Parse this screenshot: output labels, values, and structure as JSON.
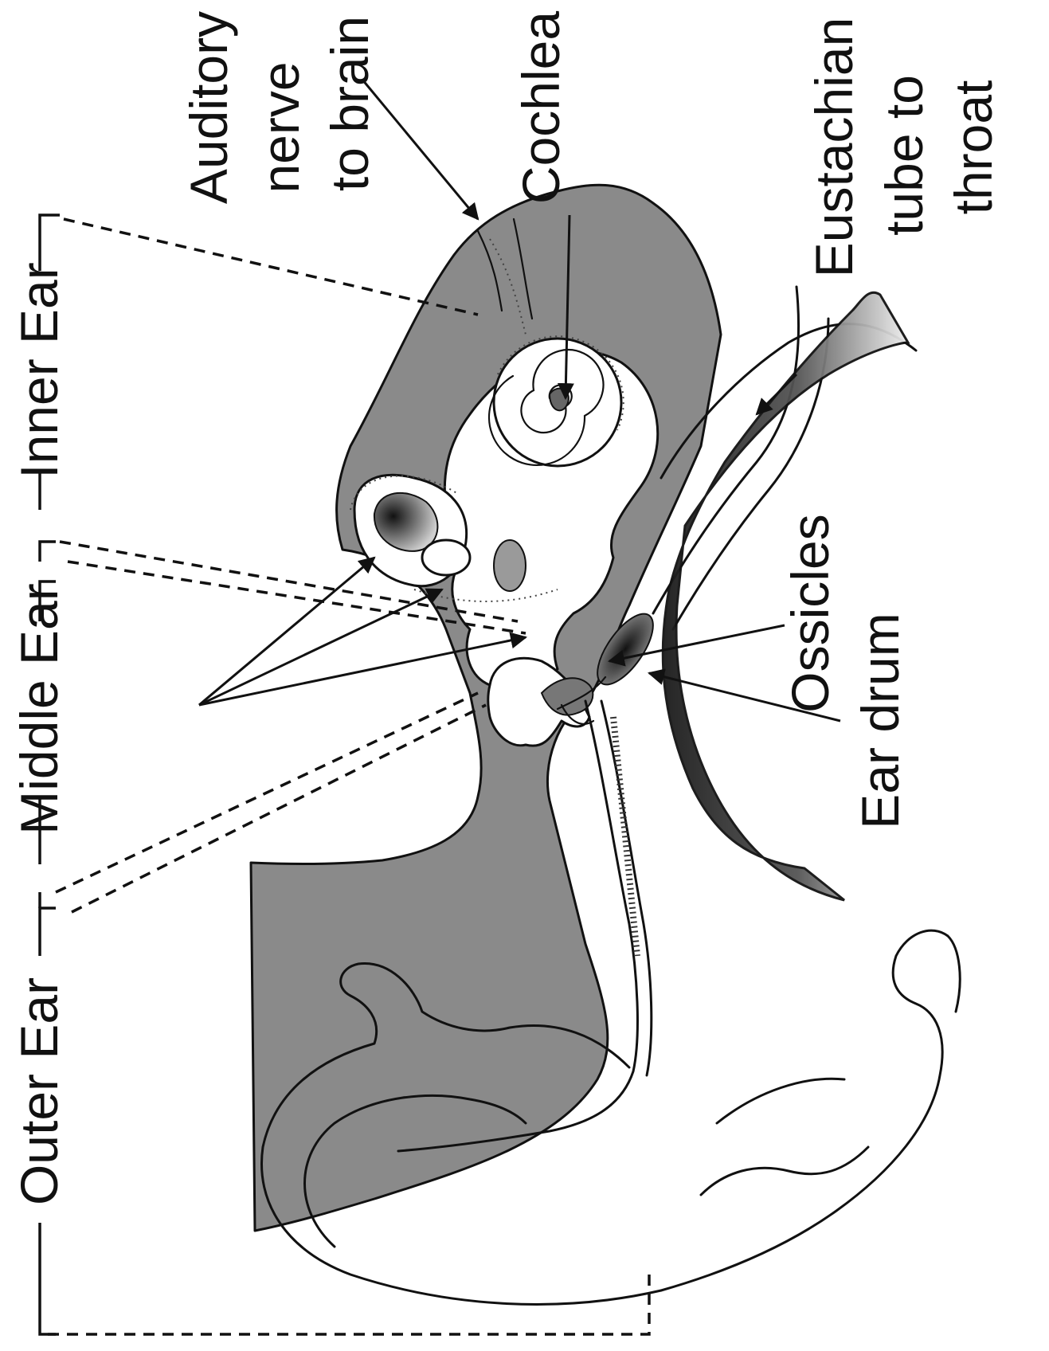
{
  "diagram": {
    "sections": {
      "outer": "Outer Ear",
      "middle": "Middle Ear",
      "inner": "Inner Ear"
    },
    "labels": {
      "auditory_nerve": [
        "Auditory",
        "nerve",
        "to brain"
      ],
      "cochlea": "Cochlea",
      "eustachian": [
        "Eustachian",
        "tube to",
        "throat"
      ],
      "ossicles": "Ossicles",
      "ear_drum": "Ear drum"
    },
    "colors": {
      "bone": "#8a8a8a",
      "ink": "#111111",
      "shade_dark": "#222222",
      "shade_light": "#e0e0e0"
    }
  }
}
